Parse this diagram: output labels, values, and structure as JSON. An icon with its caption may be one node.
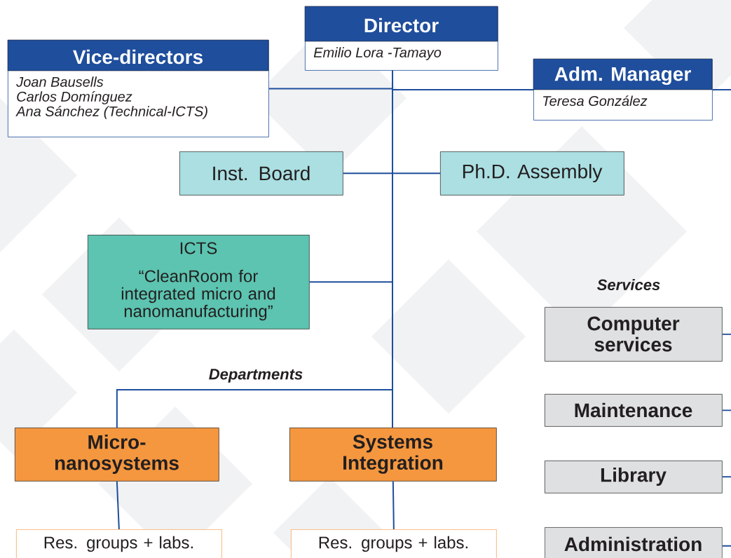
{
  "diagram": {
    "nodes": [
      {
        "text": [
          "Director",
          "Emilio Lora -Tamayo"
        ]
      },
      {
        "text": [
          "Vice-directors",
          "Joan Bausells",
          "Carlos Domínguez",
          "Ana Sánchez (Technical-ICTS)"
        ]
      },
      {
        "text": [
          "Adm. Manager",
          "Teresa González"
        ]
      },
      {
        "text": [
          "Inst.  Board"
        ]
      },
      {
        "text": [
          "Ph.D. Assembly"
        ]
      },
      {
        "text": [
          "ICTS",
          "“CleanRoom for integrated micro and nanomanufacturing”"
        ]
      },
      {
        "text": [
          "Micro-nanosystems"
        ]
      },
      {
        "text": [
          "Systems Integration"
        ]
      },
      {
        "text": [
          "Res. groups + labs."
        ]
      },
      {
        "text": [
          "Res. groups + labs."
        ]
      },
      {
        "text": [
          "Computer services"
        ]
      },
      {
        "text": [
          "Maintenance"
        ]
      },
      {
        "text": [
          "Library"
        ]
      },
      {
        "text": [
          "Administration"
        ]
      }
    ],
    "edges": [
      {
        "from": 0,
        "to": 1,
        "arrow": "none"
      },
      {
        "from": 0,
        "to": 2,
        "arrow": "none"
      },
      {
        "from": 0,
        "to": 3,
        "arrow": "none"
      },
      {
        "from": 0,
        "to": 4,
        "arrow": "none"
      },
      {
        "from": 0,
        "to": 5,
        "arrow": "none"
      },
      {
        "from": 0,
        "to": 6,
        "arrow": "none"
      },
      {
        "from": 0,
        "to": 7,
        "arrow": "none"
      },
      {
        "from": 6,
        "to": 8,
        "arrow": "none"
      },
      {
        "from": 7,
        "to": 9,
        "arrow": "none"
      },
      {
        "from": 2,
        "to": null,
        "arrow": "none"
      },
      {
        "from": null,
        "to": 10,
        "arrow": "none"
      },
      {
        "from": null,
        "to": 11,
        "arrow": "none"
      },
      {
        "from": null,
        "to": 12,
        "arrow": "none"
      },
      {
        "from": null,
        "to": 13,
        "arrow": "none"
      }
    ],
    "labels": [
      "Services",
      "Departments"
    ]
  }
}
